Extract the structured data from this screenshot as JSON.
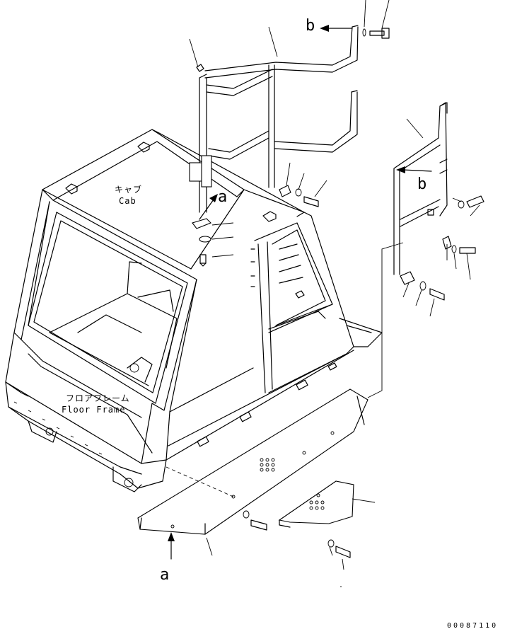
{
  "labels": {
    "cab_jp": "キャブ",
    "cab_en": "Cab",
    "floor_jp": "フロアフレーム",
    "floor_en": "Floor Frame",
    "ref_a_top": "a",
    "ref_a_bottom": "a",
    "ref_b_top": "b",
    "ref_b_right": "b",
    "drawing_number": "00087110"
  }
}
